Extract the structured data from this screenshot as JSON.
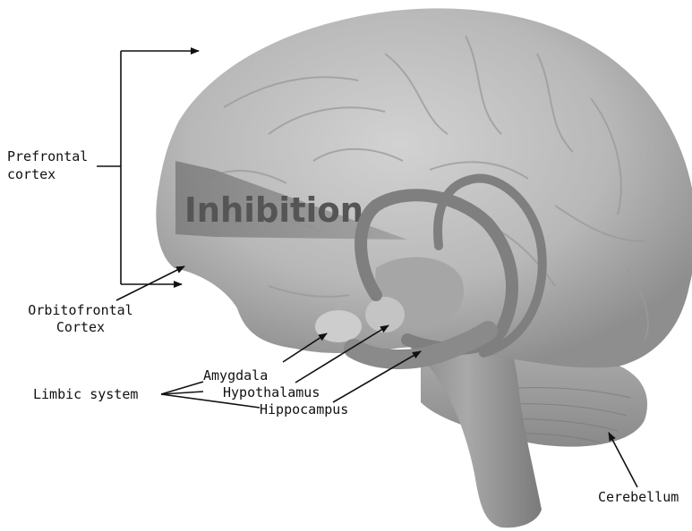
{
  "diagram": {
    "labels": {
      "prefrontal_line1": "Prefrontal",
      "prefrontal_line2": "cortex",
      "orbitofrontal_line1": "Orbitofrontal",
      "orbitofrontal_line2": "Cortex",
      "amygdala": "Amygdala",
      "hypothalamus": "Hypothalamus",
      "hippocampus": "Hippocampus",
      "limbic_system": "Limbic system",
      "cerebellum": "Cerebellum"
    },
    "inhibition_label": "Inhibition",
    "colors": {
      "brain_fill": "#b5b5b5",
      "brain_shadow": "#8f8f8f",
      "brainstem": "#9a9a9a",
      "limbic": "#7f7f7f",
      "inhibition_arrow": "#8a8a8a",
      "inhibition_text": "#555555",
      "annotation_lines": "#111111"
    }
  }
}
